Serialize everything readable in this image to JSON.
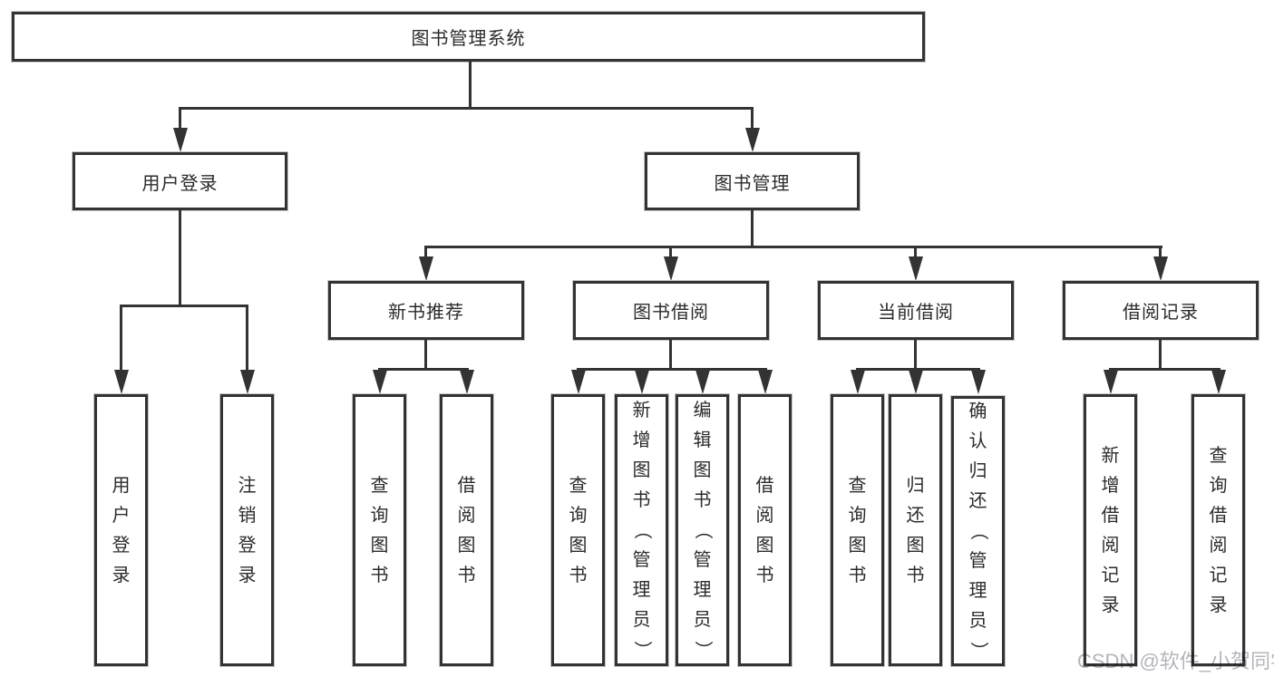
{
  "diagram": {
    "root_label": "图书管理系统",
    "level2": [
      "用户登录",
      "图书管理"
    ],
    "level3": [
      "新书推荐",
      "图书借阅",
      "当前借阅",
      "借阅记录"
    ],
    "leaves": {
      "user_login": [
        "用户登录",
        "注销登录"
      ],
      "new_book": [
        "查询图书",
        "借阅图书"
      ],
      "book_borrow": [
        "查询图书",
        "新增图书（管理员）",
        "编辑图书（管理员）",
        "借阅图书"
      ],
      "current_borrow": [
        "查询图书",
        "归还图书",
        "确认归还（管理员）"
      ],
      "borrow_records": [
        "新增借阅记录",
        "查询借阅记录"
      ]
    }
  },
  "watermark": "CSDN @软件_小贺同学",
  "colors": {
    "line": "#333333",
    "text": "#2b2b2b",
    "watermark": "#b4b4bc",
    "background": "#ffffff"
  }
}
